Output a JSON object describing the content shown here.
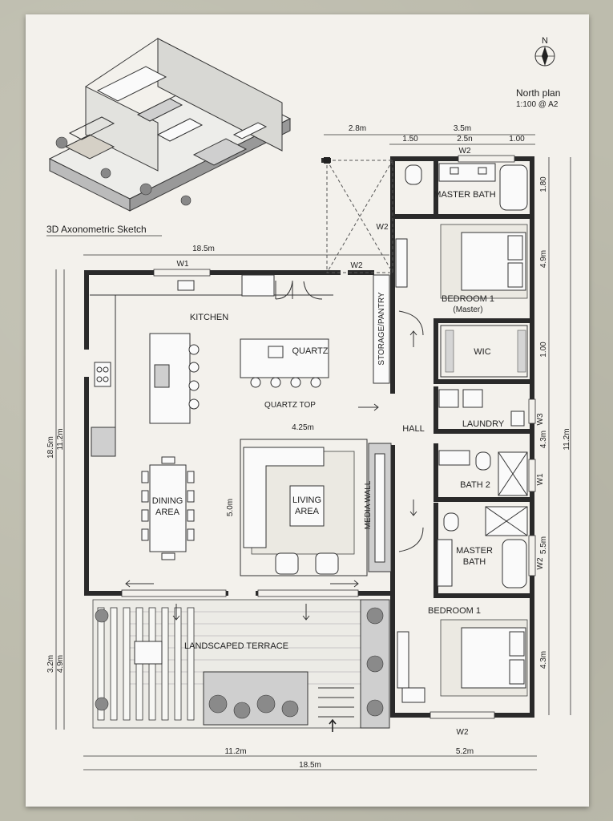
{
  "header": {
    "north_letter": "N",
    "plan_title": "North plan",
    "plan_scale": "1:100 @ A2",
    "sketch_label": "3D Axonometric Sketch"
  },
  "rooms": {
    "kitchen": "KITCHEN",
    "quartz": "QUARTZ",
    "quartz_top": "QUARTZ TOP",
    "dining_1": "DINING",
    "dining_2": "AREA",
    "living_1": "LIVING",
    "living_2": "AREA",
    "media_wall": "MEDIA WALL",
    "storage": "STORAGE/PANTRY",
    "hall": "HALL",
    "master_bath_top": "MASTER BATH",
    "bedroom_master_1": "BEDROOM 1",
    "bedroom_master_2": "(Master)",
    "wic": "WIC",
    "laundry": "LAUNDRY",
    "bath2": "BATH 2",
    "master_bath_mid_1": "MASTER",
    "master_bath_mid_2": "BATH",
    "bedroom1": "BEDROOM 1",
    "terrace": "LANDSCAPED TERRACE"
  },
  "windows": {
    "w1_top": "W1",
    "w2_top": "W2",
    "w2_left": "W2",
    "w2_door": "W2",
    "w3_right": "W3",
    "w1_right": "W1",
    "w2_right": "W2",
    "w2_bottom": "W2"
  },
  "dimensions": {
    "top_28": "2.8m",
    "top_35": "3.5m",
    "top_150": "1.50",
    "top_25": "2.5n",
    "top_100": "1.00",
    "top_185": "18.5m",
    "left_185": "18.5m",
    "left_112": "11.2m",
    "left_32": "3.2m",
    "left_49": "4.9m",
    "living_w": "4.25m",
    "living_h": "5.0m",
    "right_180": "1.80",
    "right_49": "4.9m",
    "right_100": "1.00",
    "right_43a": "4.3m",
    "right_55": "5.5m",
    "right_43b": "4.3m",
    "right_112": "11.2m",
    "bottom_112": "11.2m",
    "bottom_52": "5.2m",
    "bottom_185": "18.5m"
  }
}
